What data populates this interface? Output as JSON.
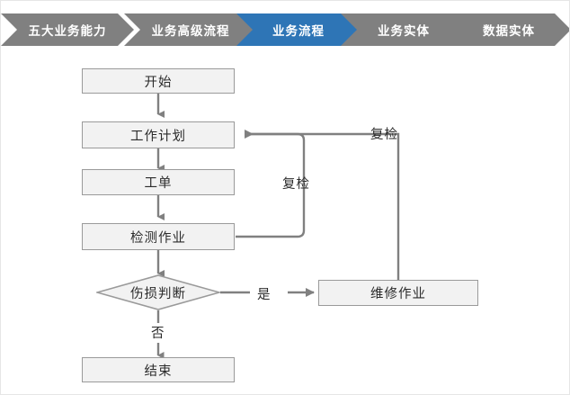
{
  "breadcrumb": {
    "items": [
      {
        "label": "五大业务能力",
        "state": "inactive"
      },
      {
        "label": "业务高级流程",
        "state": "inactive"
      },
      {
        "label": "业务流程",
        "state": "active"
      },
      {
        "label": "业务实体",
        "state": "inactive"
      },
      {
        "label": "数据实体",
        "state": "inactive"
      }
    ],
    "colors": {
      "inactive_fill": "#808080",
      "active_fill": "#2E75B6",
      "label_color": "#FFFFFF"
    }
  },
  "flowchart": {
    "type": "flowchart",
    "colors": {
      "node_fill": "#F2F2F2",
      "node_border": "#9A9A9A",
      "connector": "#808080",
      "text": "#2B2B2B"
    },
    "nodes": [
      {
        "id": "start",
        "shape": "rect",
        "label": "开始"
      },
      {
        "id": "plan",
        "shape": "rect",
        "label": "工作计划"
      },
      {
        "id": "order",
        "shape": "rect",
        "label": "工单"
      },
      {
        "id": "inspect",
        "shape": "rect",
        "label": "检测作业"
      },
      {
        "id": "decide",
        "shape": "diamond",
        "label": "伤损判断"
      },
      {
        "id": "repair",
        "shape": "rect",
        "label": "维修作业"
      },
      {
        "id": "end",
        "shape": "rect",
        "label": "结束"
      }
    ],
    "edges": [
      {
        "from": "start",
        "to": "plan",
        "label": ""
      },
      {
        "from": "plan",
        "to": "order",
        "label": ""
      },
      {
        "from": "order",
        "to": "inspect",
        "label": ""
      },
      {
        "from": "inspect",
        "to": "decide",
        "label": ""
      },
      {
        "from": "inspect",
        "to": "plan",
        "label": "复检"
      },
      {
        "from": "decide",
        "to": "repair",
        "label": "是"
      },
      {
        "from": "decide",
        "to": "end",
        "label": "否"
      },
      {
        "from": "repair",
        "to": "plan",
        "label": "复检"
      }
    ],
    "edge_labels": {
      "recheck_inner": "复检",
      "recheck_outer": "复检",
      "yes": "是",
      "no": "否"
    }
  }
}
